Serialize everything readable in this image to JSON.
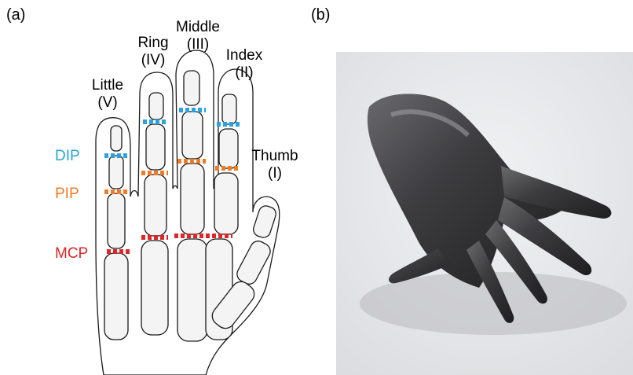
{
  "panels": {
    "a": "(a)",
    "b": "(b)"
  },
  "fingers": {
    "little": {
      "name": "Little",
      "numeral": "(V)"
    },
    "ring": {
      "name": "Ring",
      "numeral": "(IV)"
    },
    "middle": {
      "name": "Middle",
      "numeral": "(III)"
    },
    "index": {
      "name": "Index",
      "numeral": "(II)"
    },
    "thumb": {
      "name": "Thumb",
      "numeral": "(I)"
    }
  },
  "joints": {
    "dip": {
      "label": "DIP",
      "color": "#29a3e0"
    },
    "pip": {
      "label": "PIP",
      "color": "#f07a25"
    },
    "mcp": {
      "label": "MCP",
      "color": "#e02525"
    }
  },
  "colors": {
    "bone_outline": "#1a1a1a",
    "sculpture": "#3b3a3d",
    "photo_bg": "#e9eaec"
  }
}
